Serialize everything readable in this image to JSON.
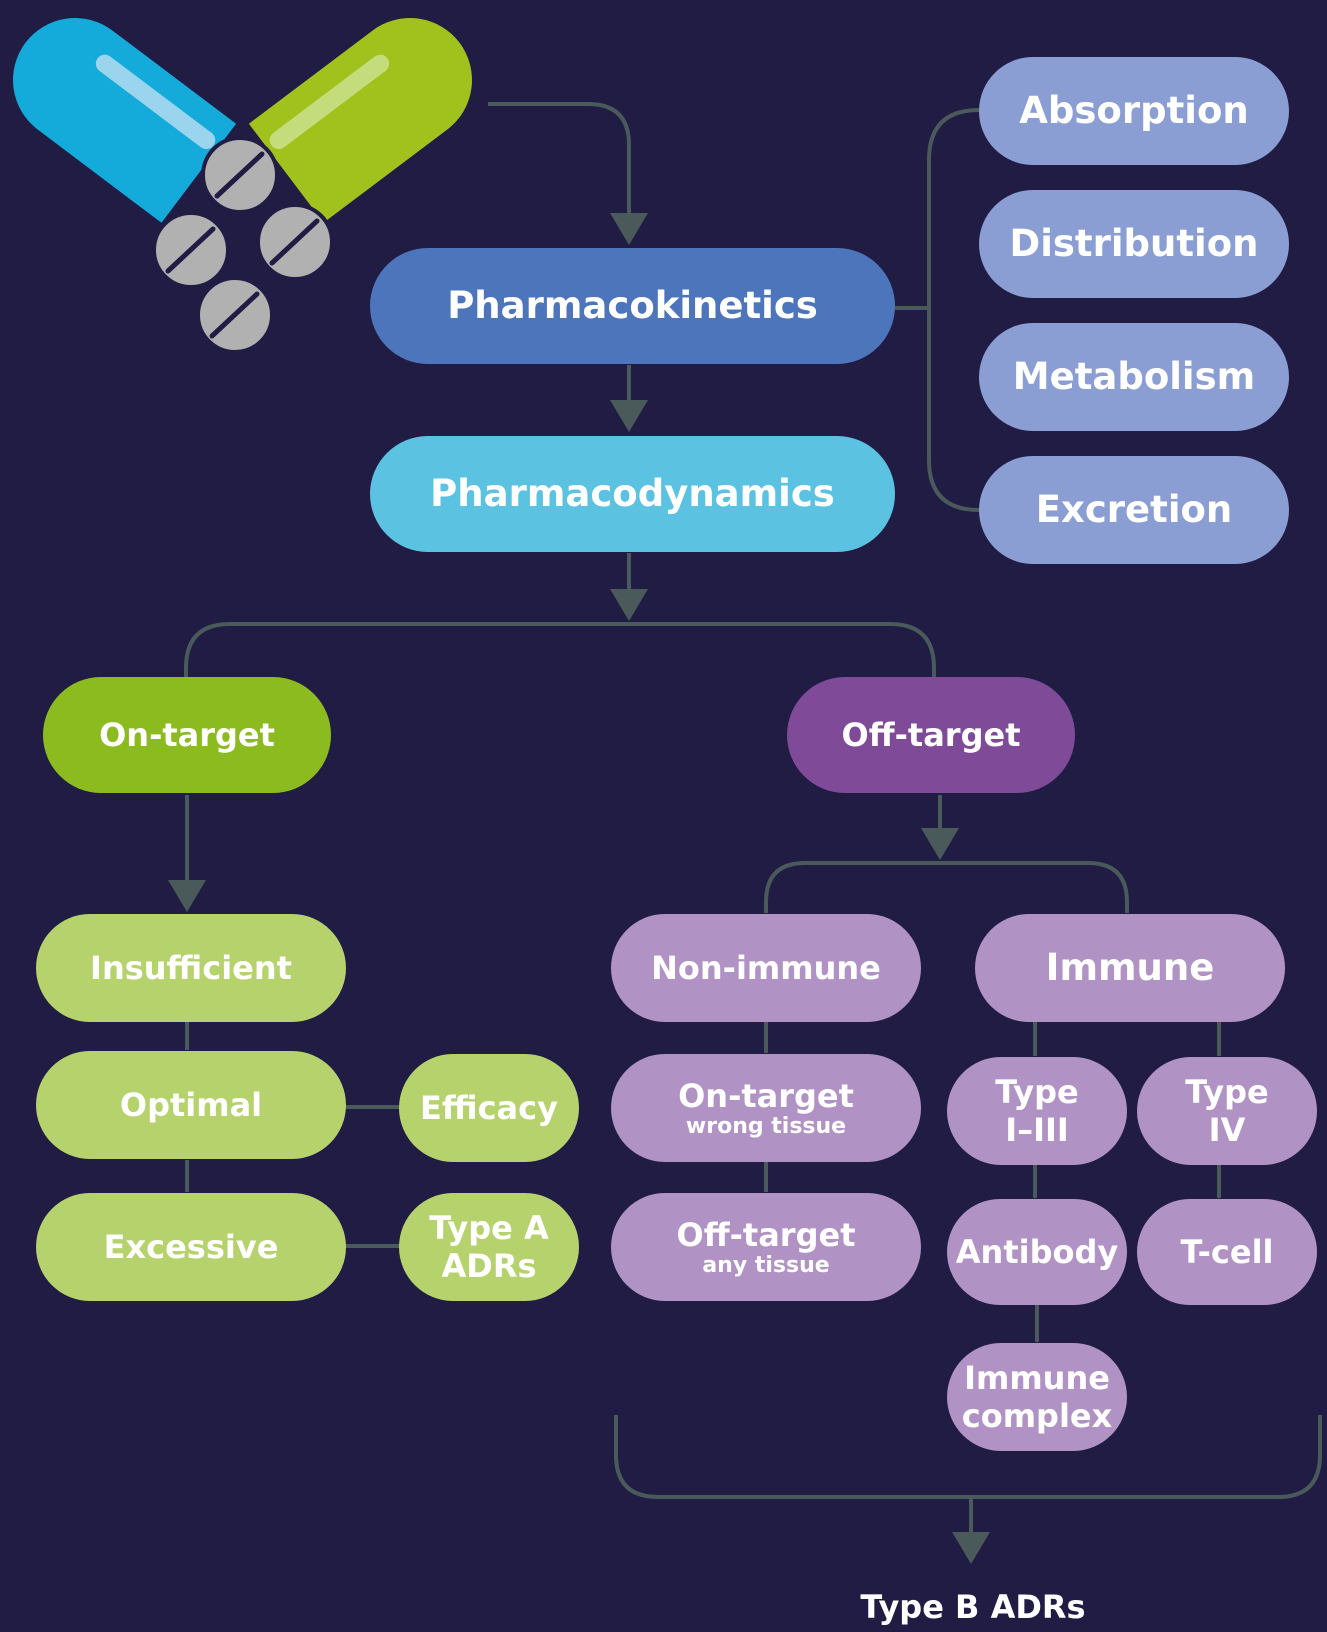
{
  "colors": {
    "background": "#211c44",
    "connector": "#4a5a5a",
    "pharmacokinetics": "#4d75bc",
    "pharmacodynamics": "#5bc2e2",
    "adme": "#8a9ed3",
    "on_target": "#8cbb1f",
    "on_target_children": "#b6d26c",
    "off_target": "#7f4a98",
    "off_target_children": "#b093c4",
    "capsule_blue": "#14aad9",
    "capsule_green": "#a1c11d",
    "tablet": "#b1b1b1"
  },
  "icon": "medicine-capsule-and-tablets-icon",
  "nodes": {
    "pharmacokinetics": "Pharmacokinetics",
    "pharmacodynamics": "Pharmacodynamics",
    "absorption": "Absorption",
    "distribution": "Distribution",
    "metabolism": "Metabolism",
    "excretion": "Excretion",
    "on_target": "On-target",
    "off_target": "Off-target",
    "insufficient": "Insufficient",
    "optimal": "Optimal",
    "excessive": "Excessive",
    "efficacy": "Efficacy",
    "type_a_adrs": "Type A ADRs",
    "non_immune": "Non-immune",
    "immune": "Immune",
    "on_target_wrong_tissue": {
      "main": "On-target",
      "sub": "wrong tissue"
    },
    "off_target_any_tissue": {
      "main": "Off-target",
      "sub": "any tissue"
    },
    "type_i_iii": "Type I–III",
    "type_iv": "Type IV",
    "antibody": "Antibody",
    "t_cell": "T-cell",
    "immune_complex": "Immune complex",
    "type_b_adrs": "Type B ADRs"
  }
}
